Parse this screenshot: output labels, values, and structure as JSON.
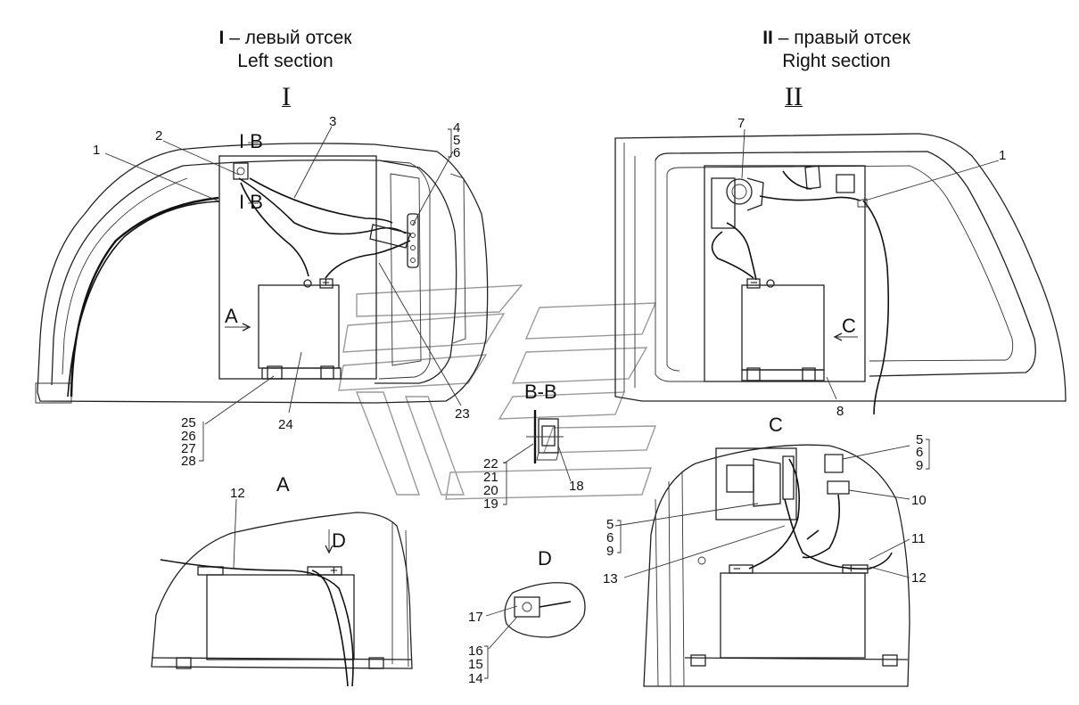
{
  "titles": {
    "left": {
      "roman": "I",
      "dash_ru": "– левый отсек",
      "en": "Left section"
    },
    "right": {
      "roman": "II",
      "dash_ru": "– правый отсек",
      "en": "Right section"
    }
  },
  "section_marks": {
    "left_roman": "I",
    "right_roman": "II"
  },
  "views": {
    "A": "A",
    "C": "C",
    "D": "D",
    "BB": "B-B",
    "B_upper": "I B",
    "B_lower": "I B",
    "arrow_A": "A",
    "arrow_C": "C",
    "arrow_D": "D"
  },
  "callouts": {
    "c1_left": "1",
    "c2": "2",
    "c3": "3",
    "c4": "4",
    "c5_top": "5",
    "c6_top": "6",
    "c7": "7",
    "c1_right": "1",
    "c8": "8",
    "c23": "23",
    "c24": "24",
    "c25": "25",
    "c26": "26",
    "c27": "27",
    "c28": "28",
    "c22": "22",
    "c21": "21",
    "c20": "20",
    "c19": "19",
    "c18": "18",
    "c12_A": "12",
    "c17": "17",
    "c16": "16",
    "c15": "15",
    "c14": "14",
    "c5_C_right": "5",
    "c6_C_right": "6",
    "c9_C_right": "9",
    "c10": "10",
    "c5_C_left": "5",
    "c6_C_left": "6",
    "c9_C_left": "9",
    "c13": "13",
    "c11": "11",
    "c12_C": "12"
  },
  "terminals": {
    "minus": "−",
    "plus": "+"
  }
}
